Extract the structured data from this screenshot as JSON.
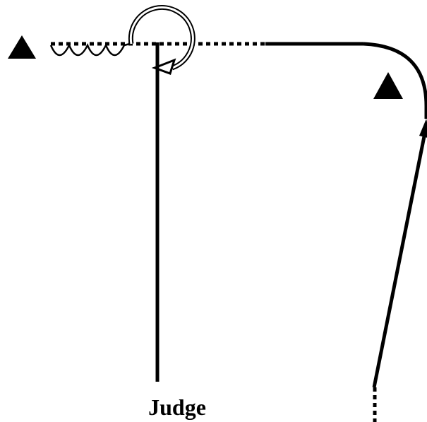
{
  "diagram": {
    "judge_label": "Judge",
    "markers": [
      {
        "name": "start-marker",
        "shape": "triangle",
        "color": "#000000"
      },
      {
        "name": "corner-marker",
        "shape": "triangle",
        "color": "#000000"
      }
    ],
    "path_segments": [
      {
        "name": "wavy-segment",
        "style": "wavy"
      },
      {
        "name": "dotted-top-segment",
        "style": "dotted"
      },
      {
        "name": "loop",
        "style": "double-line-circle"
      },
      {
        "name": "solid-top-segment",
        "style": "solid"
      },
      {
        "name": "rounded-corner",
        "style": "solid"
      },
      {
        "name": "diagonal-return-line",
        "style": "solid-arrow"
      },
      {
        "name": "dotted-bottom-stub",
        "style": "dotted"
      },
      {
        "name": "judge-line",
        "style": "solid"
      }
    ],
    "colors": {
      "line": "#000000",
      "background": "#ffffff"
    }
  }
}
